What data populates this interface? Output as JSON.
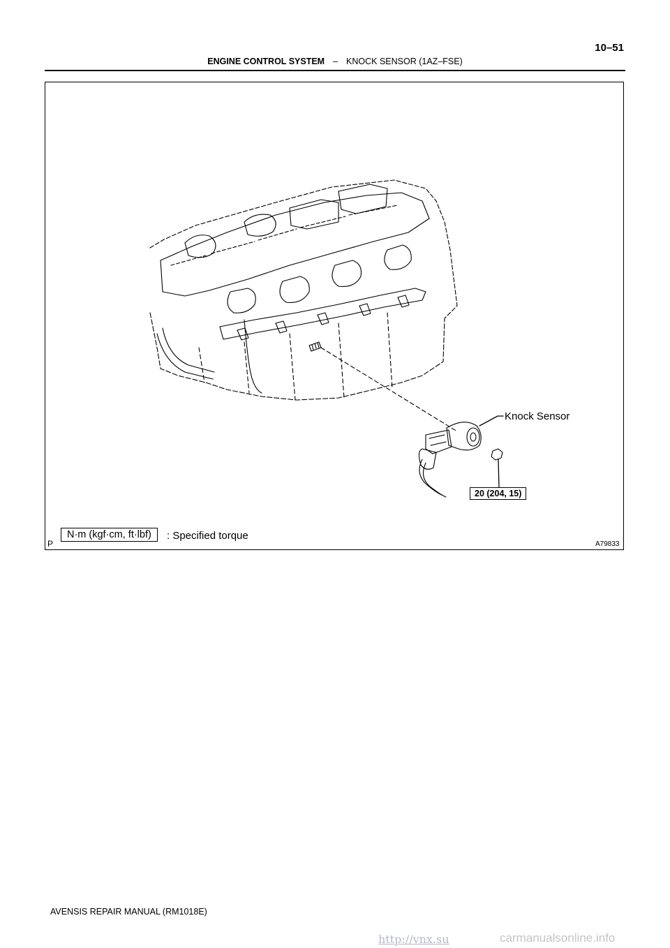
{
  "header": {
    "page_number": "10–51",
    "section": "ENGINE CONTROL SYSTEM",
    "separator": "–",
    "subsection": "KNOCK SENSOR (1AZ–FSE)"
  },
  "figure": {
    "callout_label": "Knock Sensor",
    "torque_value": "20 (204, 15)",
    "legend_unit": "N·m (kgf·cm, ft·lbf)",
    "legend_text": ": Specified torque",
    "corner_mark": "P",
    "figure_code": "A79833"
  },
  "footer": {
    "manual": "AVENSIS REPAIR MANUAL   (RM1018E)"
  },
  "watermarks": {
    "url": "http://vnx.su",
    "site": "carmanualsonline.info"
  }
}
